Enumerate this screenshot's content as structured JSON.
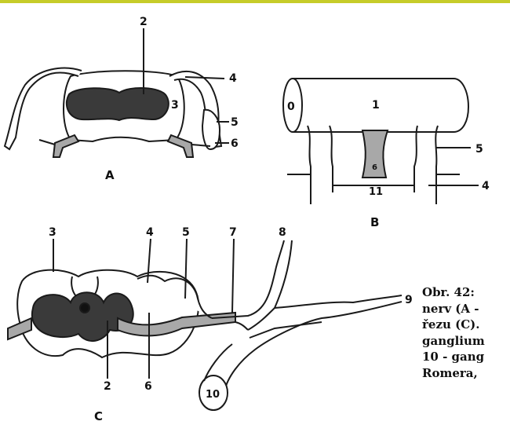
{
  "colors": {
    "top_rule": "#c6cc2a",
    "ink": "#1a1a1a",
    "dark_fill": "#3a3a3a",
    "grey_fill": "#a8a8a8"
  },
  "panel_a": {
    "letter": "A",
    "labels": {
      "l2": "2",
      "l3": "3",
      "l4": "4",
      "l5": "5",
      "l6": "6"
    }
  },
  "panel_b": {
    "letter": "B",
    "labels": {
      "l0": "0",
      "l1": "1",
      "l5": "5",
      "l4": "4",
      "l11": "11",
      "l6": "6"
    }
  },
  "panel_c": {
    "letter": "C",
    "labels": {
      "l3": "3",
      "l4": "4",
      "l5": "5",
      "l7": "7",
      "l8": "8",
      "l9": "9",
      "l2": "2",
      "l6": "6",
      "l10": "10"
    }
  },
  "caption": {
    "lines": [
      "Obr. 42:",
      "nerv (A -",
      "řezu (C).",
      "ganglium",
      "10 - gang",
      "Romera,"
    ]
  }
}
